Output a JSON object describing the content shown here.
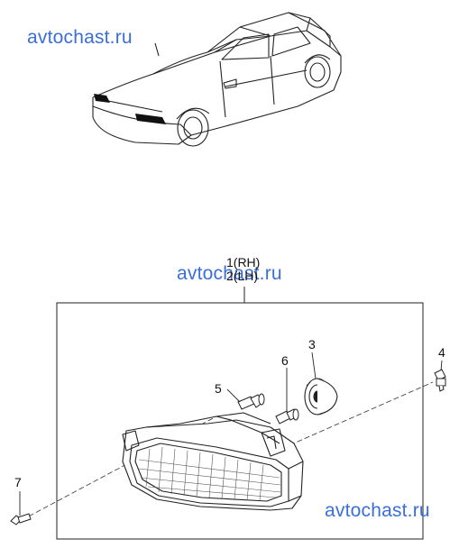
{
  "watermarks": [
    "avtochast.ru",
    "avtochast.ru",
    "avtochast.ru"
  ],
  "callouts": {
    "headlamp_rh": "1(RH)",
    "headlamp_lh": "2(LH)",
    "part_3": "3",
    "part_4": "4",
    "part_5": "5",
    "part_6": "6",
    "part_7": "7"
  }
}
